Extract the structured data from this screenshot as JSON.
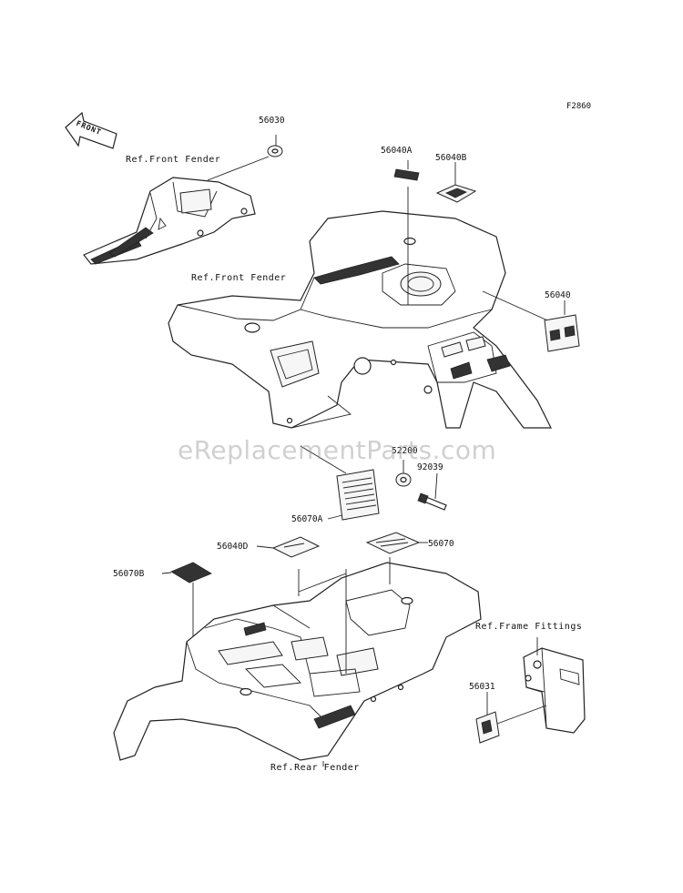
{
  "diagram": {
    "figure_code": "F2860",
    "watermark": "eReplacementParts.com",
    "arrow_label": "FRONT",
    "labels": {
      "ref_front_fender_1": "Ref.Front Fender",
      "ref_front_fender_2": "Ref.Front Fender",
      "ref_frame_fittings": "Ref.Frame Fittings",
      "ref_rear_fender": "Ref.Rear Fender"
    },
    "part_numbers": {
      "p56030": "56030",
      "p56040A": "56040A",
      "p56040B": "56040B",
      "p56040": "56040",
      "p52200": "52200",
      "p92039": "92039",
      "p56070A": "56070A",
      "p56040D": "56040D",
      "p56070": "56070",
      "p56070B": "56070B",
      "p56031": "56031"
    }
  }
}
